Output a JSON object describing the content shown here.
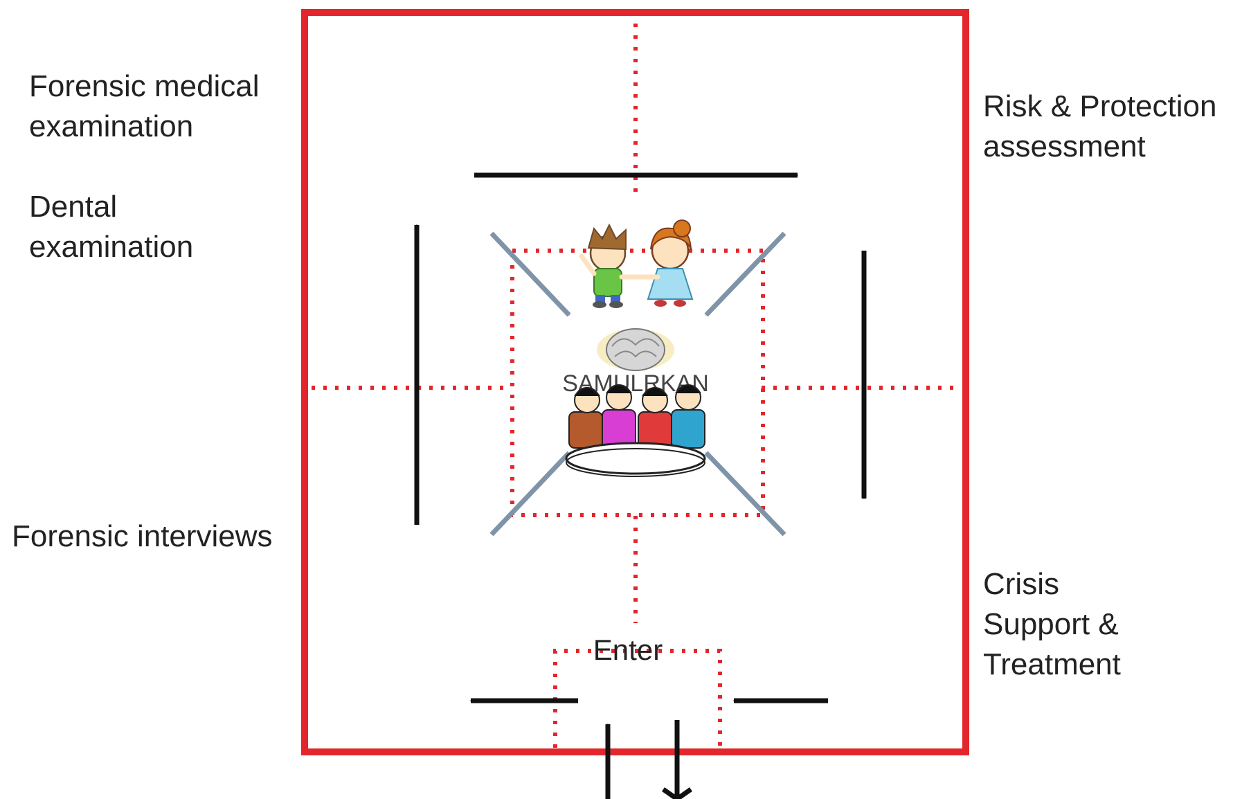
{
  "labels": {
    "forensic_medical": "Forensic medical\nexamination",
    "dental": "Dental\nexamination",
    "forensic_interviews": "Forensic interviews",
    "risk_protection": "Risk & Protection\nassessment",
    "crisis_support": "Crisis\nSupport &\nTreatment"
  },
  "center": {
    "team_name": "SAMULRKAN",
    "entrance": "Enter"
  },
  "colors": {
    "outer_border": "#e3262c",
    "dotted_divider": "#e3262c",
    "flow_arrow": "#111111",
    "inward_arrow": "#7f94a8"
  },
  "icons": {
    "children": "children-holding-hands-icon",
    "brain": "brain-icon",
    "team": "team-at-table-icon"
  }
}
